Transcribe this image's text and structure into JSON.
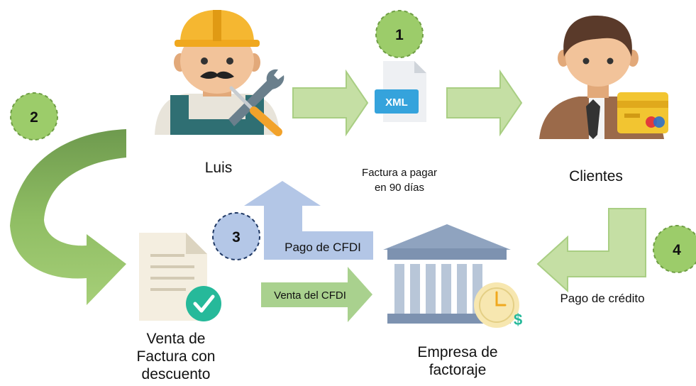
{
  "actors": {
    "luis": "Luis",
    "clients": "Clientes",
    "factoring": {
      "line1": "Empresa de",
      "line2": "factoraje"
    },
    "sale": {
      "line1": "Venta de",
      "line2": "Factura con",
      "line3": "descuento"
    }
  },
  "document": {
    "badge": "XML",
    "caption": {
      "line1": "Factura a pagar",
      "line2": "en 90 días"
    }
  },
  "steps": {
    "s1": "1",
    "s2": "2",
    "s3": "3",
    "s4": "4"
  },
  "arrows": {
    "payment_cfdi": "Pago de CFDI",
    "sale_cfdi": "Venta del CFDI",
    "credit_payment": "Pago de crédito"
  },
  "colors": {
    "green_fill": "#c5dfa4",
    "green_stroke": "#a9ce83",
    "blue_fill": "#b3c6e6",
    "step_green": "#9ccc6a",
    "step_blue": "#b4c7e7"
  }
}
